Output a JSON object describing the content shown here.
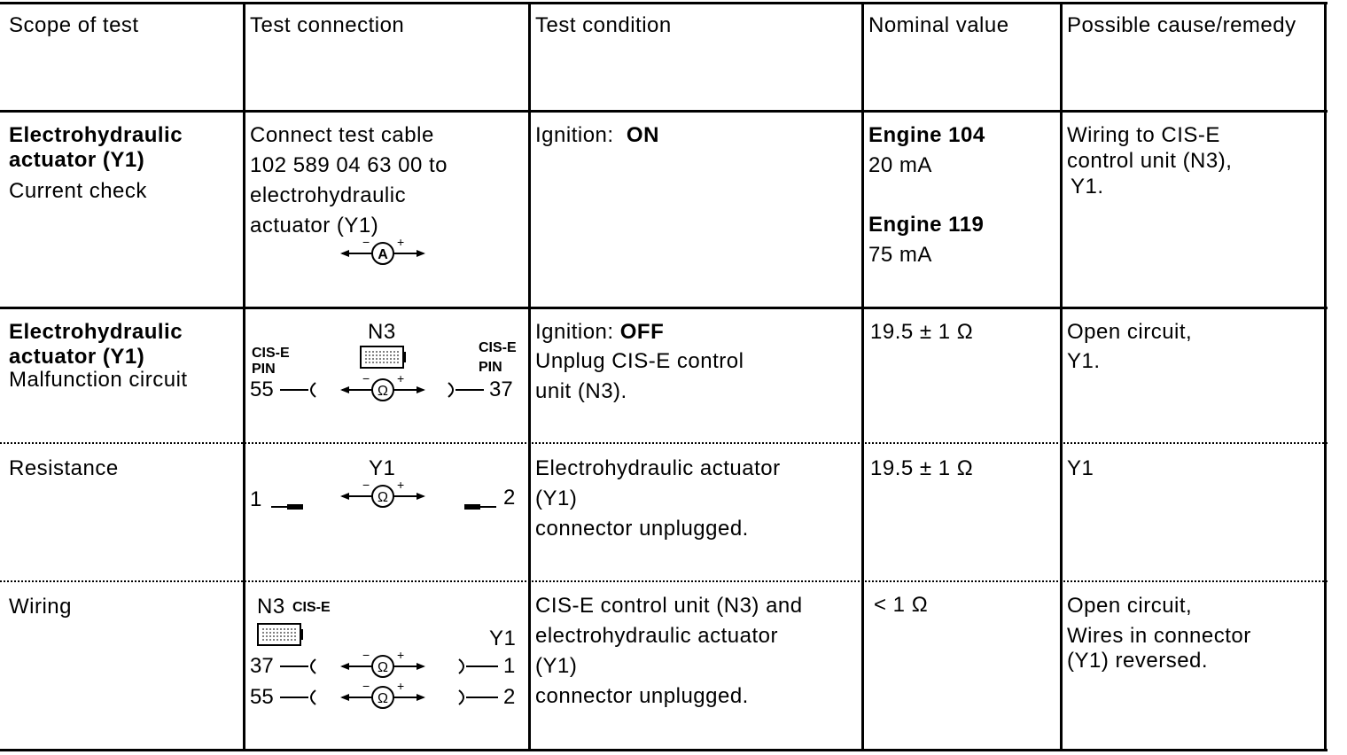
{
  "headers": {
    "scope": "Scope of test",
    "connection": "Test connection",
    "condition": "Test condition",
    "nominal": "Nominal value",
    "cause": "Possible cause/remedy"
  },
  "row1": {
    "scope_bold_1": "Electrohydraulic",
    "scope_bold_2": "actuator (Y1)",
    "scope_text": "Current check",
    "connection_lines": [
      "Connect test cable",
      "102 589 04 63 00 to",
      "electrohydraulic",
      "actuator (Y1)"
    ],
    "meter_symbol": "A",
    "condition_label": "Ignition:",
    "condition_value": "ON",
    "engine1_label": "Engine 104",
    "engine1_value": "20 mA",
    "engine2_label": "Engine 119",
    "engine2_value": "75 mA",
    "cause_lines": [
      "Wiring to CIS-E",
      "control unit (N3),",
      "Y1."
    ]
  },
  "row2": {
    "scope_bold_1": "Electrohydraulic",
    "scope_bold_2": "actuator (Y1)",
    "scope_text": "Malfunction circuit",
    "unit_label": "N3",
    "cis_label": "CIS-E",
    "pin_label": "PIN",
    "pin_left": "55",
    "pin_right": "37",
    "meter_symbol": "Ω",
    "condition_label": "Ignition:",
    "condition_value": "OFF",
    "condition_lines": [
      "Unplug CIS-E control",
      "unit (N3)."
    ],
    "nominal": "19.5 ± 1 Ω",
    "cause_lines": [
      "Open circuit,",
      "Y1."
    ]
  },
  "row3": {
    "scope_text": "Resistance",
    "unit_label": "Y1",
    "pin_left": "1",
    "pin_right": "2",
    "meter_symbol": "Ω",
    "condition_lines": [
      "Electrohydraulic actuator",
      "(Y1)",
      "connector unplugged."
    ],
    "nominal": "19.5 ± 1 Ω",
    "cause": "Y1"
  },
  "row4": {
    "scope_text": "Wiring",
    "unit_label": "N3",
    "cis_label": "CIS-E",
    "unit_label_right": "Y1",
    "pins_left": [
      "37",
      "55"
    ],
    "pins_right": [
      "1",
      "2"
    ],
    "meter_symbol": "Ω",
    "condition_lines": [
      "CIS-E control unit (N3) and",
      "electrohydraulic actuator",
      "(Y1)",
      "connector unplugged."
    ],
    "nominal": "< 1 Ω",
    "cause_lines": [
      "Open circuit,",
      "Wires in connector",
      "(Y1) reversed."
    ]
  }
}
